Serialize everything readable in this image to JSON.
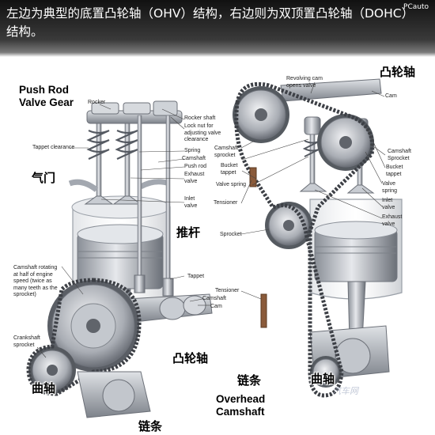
{
  "header": {
    "caption_line1": "左边为典型的底置凸轮轴（OHV）结构，右边则为双顶置凸轮轴（DOHC）",
    "caption_line2": "结构。",
    "watermark_top": "PCauto"
  },
  "left_diagram": {
    "title_line1": "Push Rod",
    "title_line2": "Valve Gear",
    "labels": {
      "rocker": "Rocker",
      "rocker_shaft": "Rocker shaft",
      "lock_nut": [
        "Lock nut for",
        "adjusting valve",
        "clearance"
      ],
      "tappet_clearance": "Tappet clearance",
      "spring": "Spring",
      "push_rod": "Push rod",
      "exhaust_valve": [
        "Exhaust",
        "valve"
      ],
      "inlet_valve": [
        "Inlet",
        "valve"
      ],
      "camshaft_rotating": [
        "Camshaft rotating",
        "at half of engine",
        "speed (twice as",
        "many teeth as the",
        "sprocket)"
      ],
      "tappet": "Tappet",
      "camshaft": "Camshaft",
      "cam": "Cam",
      "crankshaft_sprocket": [
        "Crankshaft",
        "sprocket"
      ]
    },
    "chinese": {
      "valve": "气门",
      "push_rod": "推杆",
      "camshaft": "凸轮轴",
      "crankshaft": "曲轴",
      "chain": "链条"
    }
  },
  "right_diagram": {
    "title_line1": "Overhead",
    "title_line2": "Camshaft",
    "labels": {
      "revolving_cam": [
        "Revolving cam",
        "opens valve"
      ],
      "cam": "Cam",
      "camshaft_sprocket_l": [
        "Camshaft",
        "sprocket"
      ],
      "bucket_tappet_l": [
        "Bucket",
        "tappet"
      ],
      "valve_spring_l": "Valve spring",
      "tensioner_top": "Tensioner",
      "sprocket": "Sprocket",
      "tensioner_bottom": "Tensioner",
      "camshaft_sprocket_r": [
        "Camshaft",
        "Sprocket"
      ],
      "bucket_tappet_r": [
        "Bucket",
        "tappet"
      ],
      "valve_spring_r": [
        "Valve",
        "spring"
      ],
      "inlet_valve": [
        "Inlet",
        "valve"
      ],
      "exhaust_valve": [
        "Exhaust",
        "valve"
      ]
    },
    "chinese": {
      "camshaft": "凸轮轴",
      "chain": "链条",
      "crankshaft": "曲轴"
    },
    "watermark": "汽车网"
  }
}
